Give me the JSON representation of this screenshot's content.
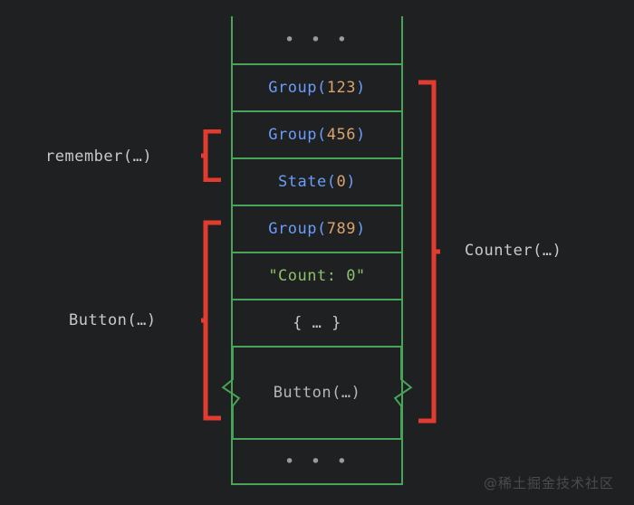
{
  "canvas": {
    "background": "#1f2022",
    "cell_border_color": "#46a558",
    "bracket_color": "#e23b30"
  },
  "colors": {
    "identifier": "#6b9cf7",
    "number": "#d9a36b",
    "string": "#8dc06a",
    "plain": "#b6b6b6",
    "dots": "#9a9a9a",
    "label": "#c9c9c9",
    "watermark": "#4a4b4d"
  },
  "slots": [
    {
      "kind": "ellipsis",
      "text": "• • •",
      "name": "slot-ellipsis-top"
    },
    {
      "kind": "call",
      "ident": "Group",
      "open": "(",
      "num": "123",
      "close": ")",
      "name": "slot-group-123"
    },
    {
      "kind": "call",
      "ident": "Group",
      "open": "(",
      "num": "456",
      "close": ")",
      "name": "slot-group-456"
    },
    {
      "kind": "call",
      "ident": "State",
      "open": "(",
      "num": "0",
      "close": ")",
      "name": "slot-state-0"
    },
    {
      "kind": "call",
      "ident": "Group",
      "open": "(",
      "num": "789",
      "close": ")",
      "name": "slot-group-789"
    },
    {
      "kind": "string",
      "text": "\"Count: 0\"",
      "name": "slot-string-count"
    },
    {
      "kind": "lambda",
      "text": "{ … }",
      "name": "slot-lambda"
    },
    {
      "kind": "elided",
      "text": "Button(…)",
      "name": "slot-button-elided"
    },
    {
      "kind": "ellipsis",
      "text": "• • •",
      "name": "slot-ellipsis-bottom"
    }
  ],
  "brackets": {
    "remember": {
      "label": "remember(…)",
      "side": "left",
      "spans": [
        "slot-group-456",
        "slot-state-0"
      ]
    },
    "button": {
      "label": "Button(…)",
      "side": "left",
      "spans": [
        "slot-group-789",
        "slot-button-elided"
      ]
    },
    "counter": {
      "label": "Counter(…)",
      "side": "right",
      "spans": [
        "slot-group-123",
        "slot-button-elided"
      ]
    }
  },
  "watermark": {
    "text": "@稀土掘金技术社区"
  }
}
